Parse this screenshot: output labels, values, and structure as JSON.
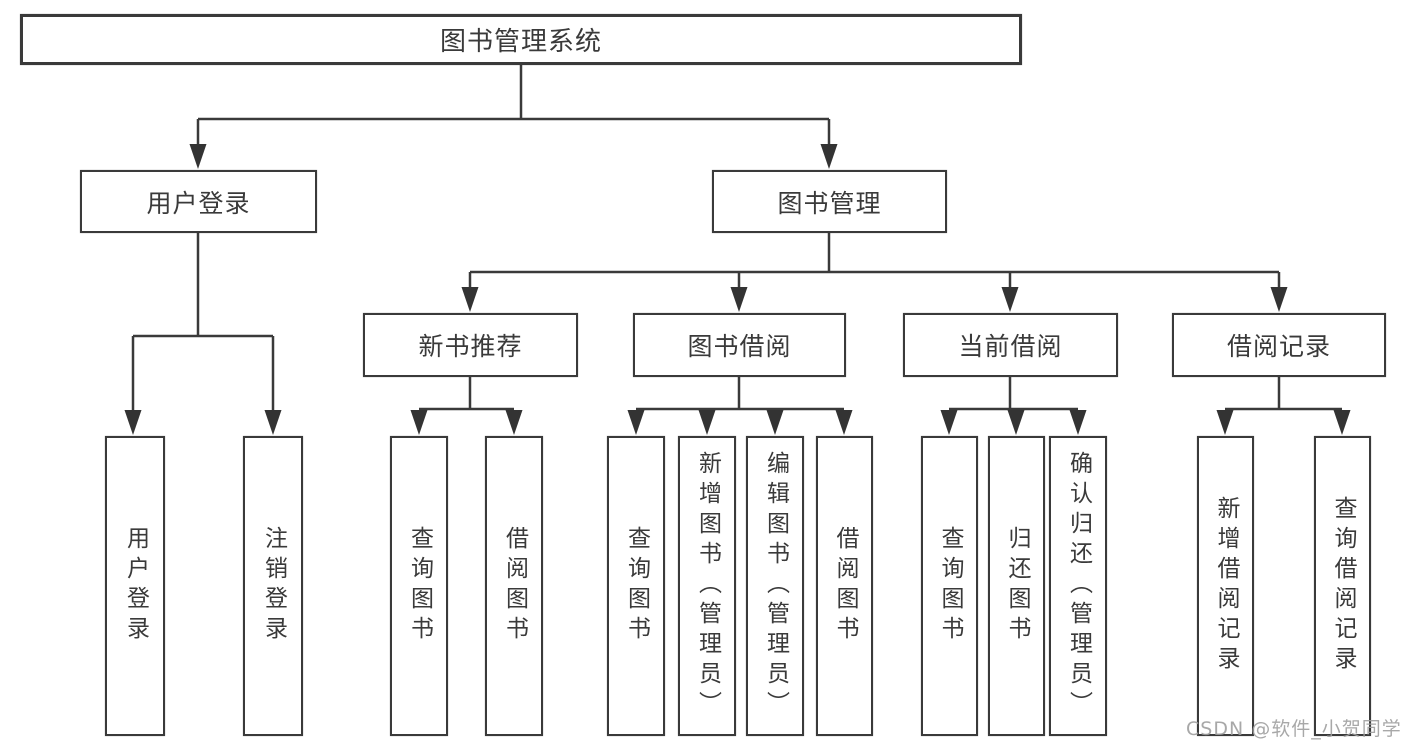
{
  "nodes": {
    "root": "图书管理系统",
    "user_login": "用户登录",
    "book_management": "图书管理",
    "new_book_recommend": "新书推荐",
    "book_borrowing": "图书借阅",
    "current_borrowing": "当前借阅",
    "borrowing_records": "借阅记录",
    "leaf_user_login": "用户登录",
    "leaf_logout": "注销登录",
    "leaf_nb_query_books": "查询图书",
    "leaf_nb_borrow_books": "借阅图书",
    "leaf_bb_query_books": "查询图书",
    "leaf_bb_add_books": "新增图书（管理员）",
    "leaf_bb_edit_books": "编辑图书（管理员）",
    "leaf_bb_borrow_books": "借阅图书",
    "leaf_cb_query_books": "查询图书",
    "leaf_cb_return_books": "归还图书",
    "leaf_cb_confirm_return": "确认归还（管理员）",
    "leaf_br_add_record": "新增借阅记录",
    "leaf_br_query_record": "查询借阅记录"
  },
  "hierarchy": {
    "图书管理系统": {
      "用户登录": [
        "用户登录",
        "注销登录"
      ],
      "图书管理": {
        "新书推荐": [
          "查询图书",
          "借阅图书"
        ],
        "图书借阅": [
          "查询图书",
          "新增图书（管理员）",
          "编辑图书（管理员）",
          "借阅图书"
        ],
        "当前借阅": [
          "查询图书",
          "归还图书",
          "确认归还（管理员）"
        ],
        "借阅记录": [
          "新增借阅记录",
          "查询借阅记录"
        ]
      }
    }
  },
  "watermark": "CSDN @软件_小贺同学",
  "colors": {
    "line": "#3a3a3a",
    "text": "#3a3a3a",
    "background": "#ffffff",
    "watermark": "#9e9e9e"
  }
}
